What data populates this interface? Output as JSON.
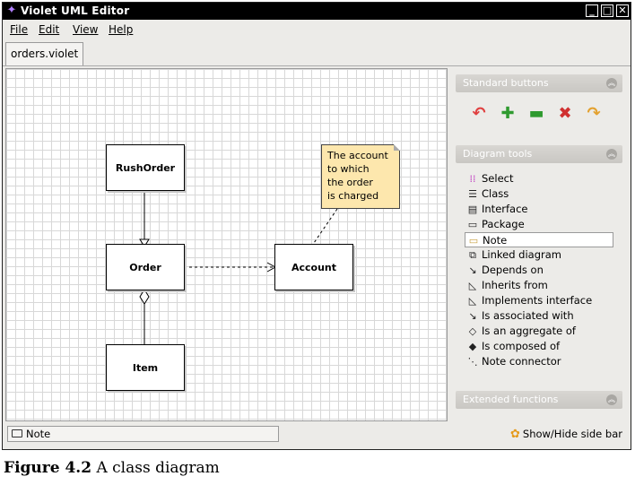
{
  "window": {
    "title": "Violet UML Editor"
  },
  "menu": {
    "file": "File",
    "edit": "Edit",
    "view": "View",
    "help": "Help"
  },
  "tab": {
    "label": "orders.violet"
  },
  "diagram": {
    "classes": {
      "rushorder": "RushOrder",
      "order": "Order",
      "account": "Account",
      "item": "Item"
    },
    "note": "The account\nto which\nthe order\nis charged"
  },
  "sidebar": {
    "standard_buttons_title": "Standard buttons",
    "diagram_tools_title": "Diagram tools",
    "extended_functions_title": "Extended functions",
    "tools": [
      "Select",
      "Class",
      "Interface",
      "Package",
      "Note",
      "Linked diagram",
      "Depends on",
      "Inherits from",
      "Implements interface",
      "Is associated with",
      "Is an aggregate of",
      "Is composed of",
      "Note connector"
    ],
    "selected_tool": "Note"
  },
  "status": {
    "label": "Note"
  },
  "showhide": {
    "label": "Show/Hide side bar"
  },
  "caption": {
    "figure": "Figure 4.2",
    "text": "A class diagram"
  },
  "colors": {
    "note_fill": "#fde7ad",
    "undo": "#e04040",
    "add": "#2f9a2f",
    "remove": "#2f9a2f",
    "delete": "#d03030",
    "redo": "#e3a12f"
  }
}
